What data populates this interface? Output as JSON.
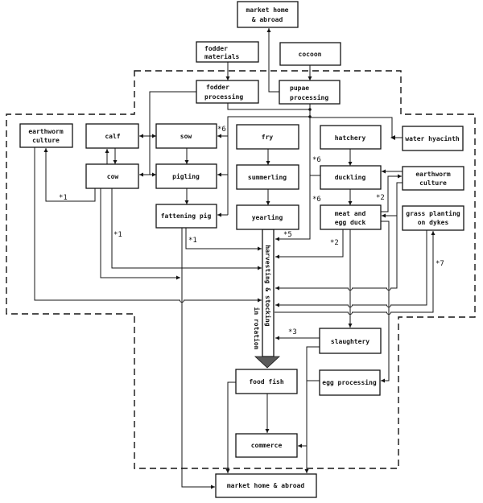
{
  "nodes": {
    "market_top": [
      "market home",
      "& abroad"
    ],
    "fodder_materials": [
      "fodder",
      "materials"
    ],
    "cocoon": [
      "cocoon"
    ],
    "fodder_processing": [
      "fodder",
      "processing"
    ],
    "pupae_processing": [
      "pupae",
      "processing"
    ],
    "earthworm_culture_left": [
      "earthworm",
      "culture"
    ],
    "calf": [
      "calf"
    ],
    "sow": [
      "sow"
    ],
    "fry": [
      "fry"
    ],
    "hatchery": [
      "hatchery"
    ],
    "water_hyacinth": [
      "water hyacinth"
    ],
    "cow": [
      "cow"
    ],
    "pigling": [
      "pigling"
    ],
    "summerling": [
      "summerling"
    ],
    "duckling": [
      "duckling"
    ],
    "earthworm_culture_right": [
      "earthworm",
      "culture"
    ],
    "fattening_pig": [
      "fattening pig"
    ],
    "yearling": [
      "yearling"
    ],
    "meat_egg_duck": [
      "meat and",
      "egg duck"
    ],
    "grass_planting": [
      "grass planting",
      "on dykes"
    ],
    "slaughtery": [
      "slaughtery"
    ],
    "food_fish": [
      "food fish"
    ],
    "egg_processing": [
      "egg processing"
    ],
    "commerce": [
      "commerce"
    ],
    "market_bottom": [
      "market home & abroad"
    ]
  },
  "harvesting": {
    "label": "harvesting & stocking",
    "sublabel": "in rotation"
  },
  "annotations": {
    "cow_to_earthworm": "*1",
    "cow_to_pond": "*1",
    "fattening_pig_to_pond": "*1",
    "duck_to_earthworm": "*2",
    "duck_to_pond": "*2",
    "slaughtery_to_pond": "*3",
    "feed_line_to_pond": "*5",
    "feed_line_to_pigs": "*6",
    "duckling_link_upper": "*6",
    "duckling_link_lower": "*6",
    "pond_to_grass": "*7"
  },
  "colors": {
    "ink": "#141414",
    "paper": "#ffffff",
    "arrow_wedge": "#5a5a5a"
  }
}
